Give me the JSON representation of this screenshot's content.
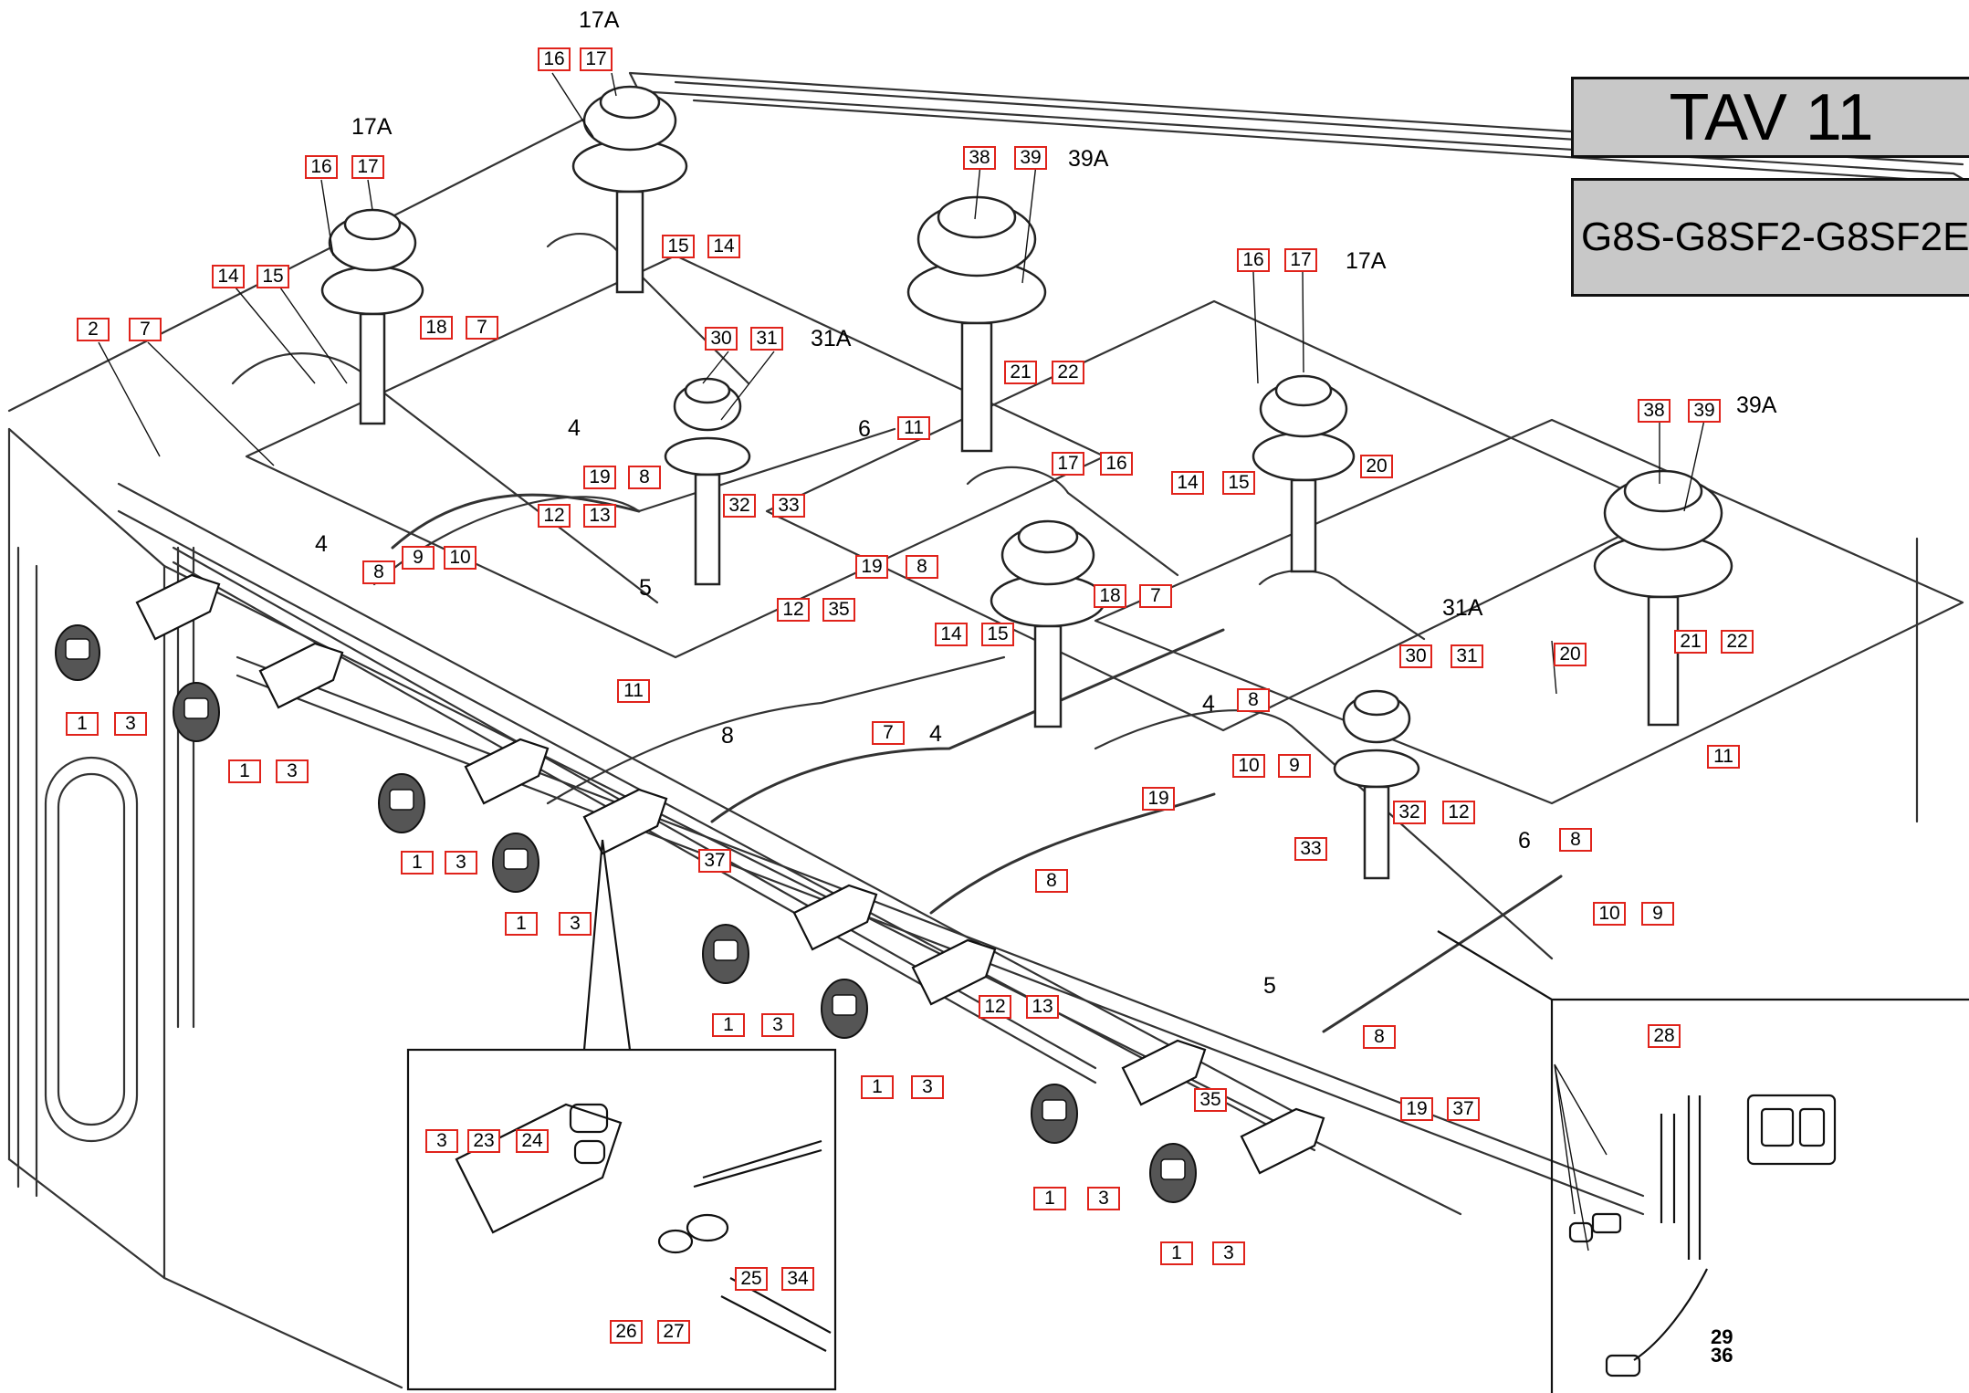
{
  "title": "TAV 11",
  "models": "G8S-G8SF2-G8SF2E",
  "detail_label": "29\n36",
  "part_labels": {
    "p1": "1",
    "p2": "2",
    "p3": "3",
    "p4": "4",
    "p5": "5",
    "p6": "6",
    "p7": "7",
    "p8": "8",
    "p9": "9",
    "p10": "10",
    "p11": "11",
    "p12": "12",
    "p13": "13",
    "p14": "14",
    "p15": "15",
    "p16": "16",
    "p17": "17",
    "p18": "18",
    "p19": "19",
    "p20": "20",
    "p21": "21",
    "p22": "22",
    "p23": "23",
    "p24": "24",
    "p25": "25",
    "p26": "26",
    "p27": "27",
    "p28": "28",
    "p30": "30",
    "p31": "31",
    "p32": "32",
    "p33": "33",
    "p34": "34",
    "p35": "35",
    "p37": "37",
    "p38": "38",
    "p39": "39",
    "a17": "17A",
    "a31": "31A",
    "a39": "39A"
  },
  "colors": {
    "callout_border": "#e0231b",
    "title_bg": "#c8c8c8",
    "line": "#222222"
  }
}
